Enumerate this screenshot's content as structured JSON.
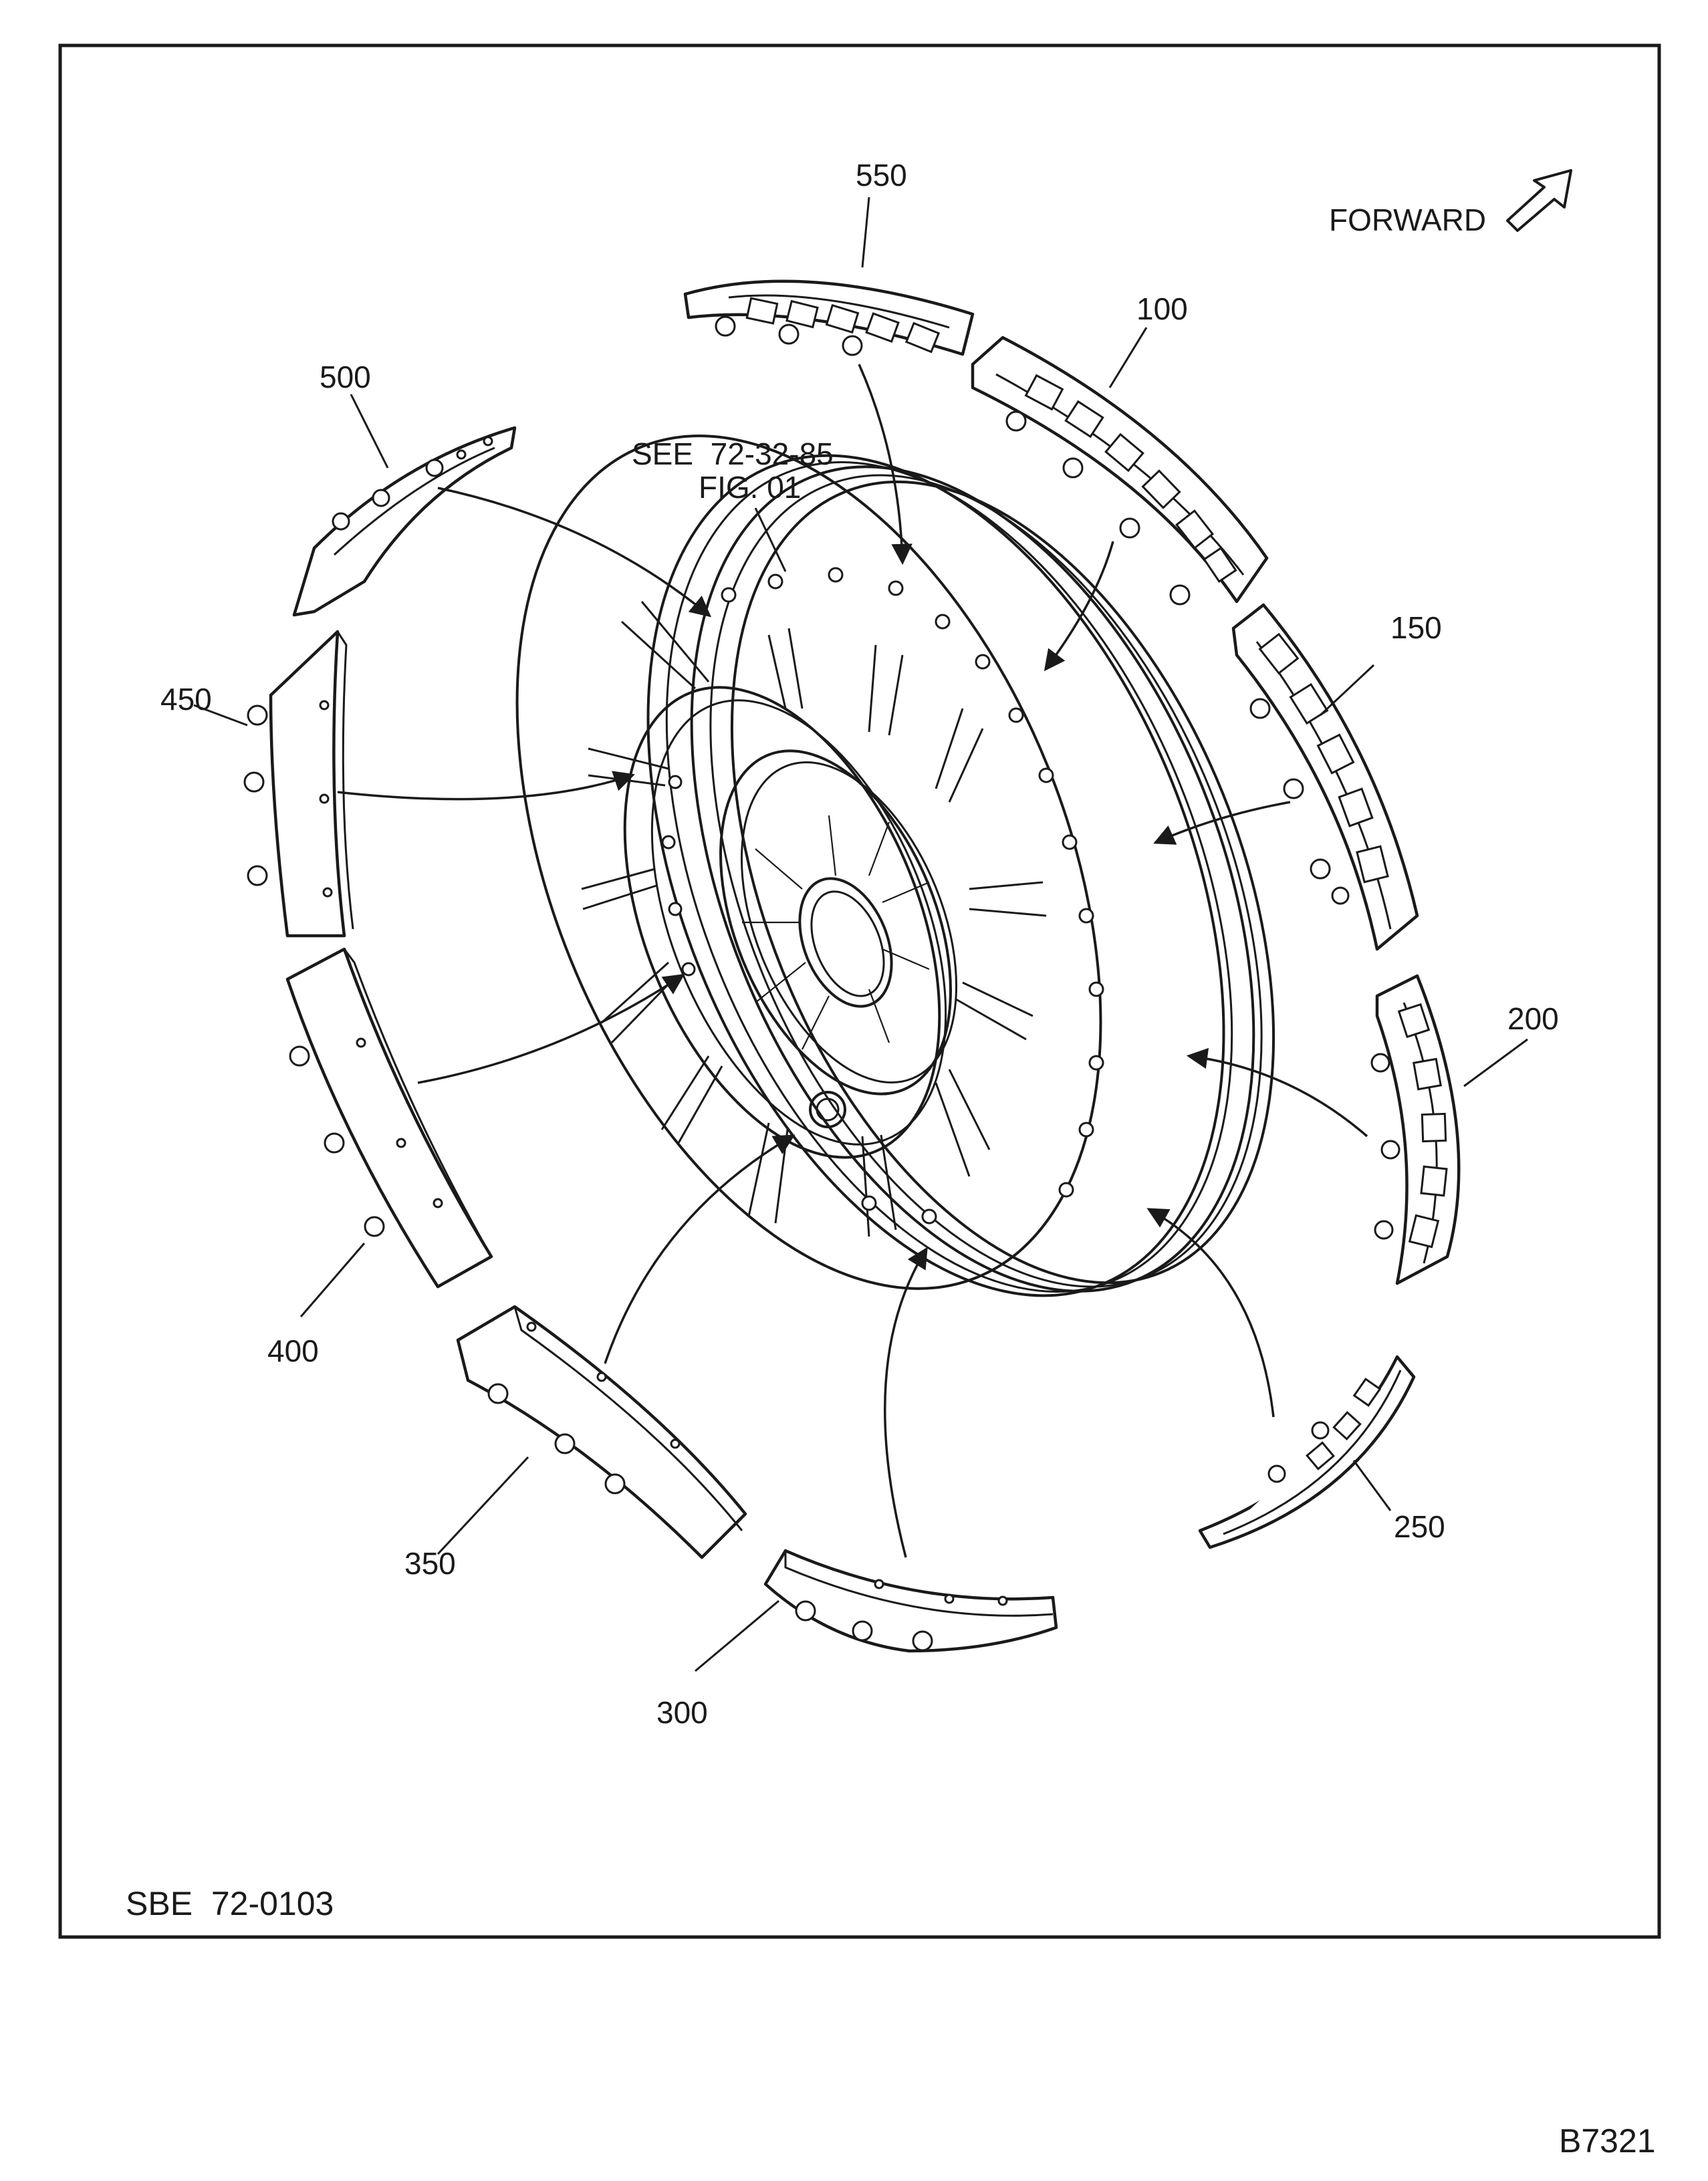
{
  "figure": {
    "reference_line1": "SEE  72-32-85",
    "reference_line2": "FIG. 01",
    "forward_label": "FORWARD",
    "sbe_number": "SBE  72-0103",
    "figure_code": "B7321"
  },
  "callouts": [
    {
      "id": "p550",
      "label": "550"
    },
    {
      "id": "p100",
      "label": "100"
    },
    {
      "id": "p150",
      "label": "150"
    },
    {
      "id": "p200",
      "label": "200"
    },
    {
      "id": "p250",
      "label": "250"
    },
    {
      "id": "p300",
      "label": "300"
    },
    {
      "id": "p350",
      "label": "350"
    },
    {
      "id": "p400",
      "label": "400"
    },
    {
      "id": "p450",
      "label": "450"
    },
    {
      "id": "p500",
      "label": "500"
    }
  ]
}
